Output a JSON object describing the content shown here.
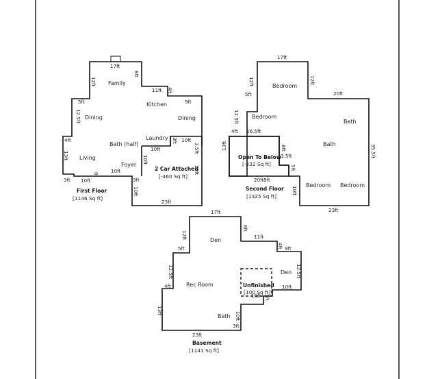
{
  "plans": {
    "first": {
      "title": "First Floor",
      "area": "[1146 Sq ft]"
    },
    "second": {
      "title": "Second Floor",
      "area": "[1325 Sq ft]"
    },
    "basement": {
      "title": "Basement",
      "area": "[1141 Sq ft]"
    }
  },
  "garage": {
    "title": "2 Car Attached",
    "area": "[-460 Sq ft]"
  },
  "open_below": {
    "title": "Open To Below",
    "area": "[-232 Sq ft]"
  },
  "unfinished": {
    "title": "Unfinished",
    "area": "[100 Sq ft]"
  },
  "rooms": {
    "family": "Family",
    "kitchen": "Kitchen",
    "dining1": "Dining",
    "dining2": "Dining",
    "laundry": "Laundry",
    "bath_half": "Bath (half)",
    "living": "Living",
    "foyer": "Foyer",
    "bedroom_top": "Bedroom",
    "bedroom_mid": "Bedroom",
    "bath_right": "Bath",
    "bath_mid": "Bath",
    "bedroom_bl": "Bedroom",
    "bedroom_br": "Bedroom",
    "den_top": "Den",
    "den_right": "Den",
    "rec_room": "Rec Room",
    "bath_base": "Bath"
  },
  "dims": {
    "f_17": "17ft",
    "f_8": "8ft",
    "f_12": "12ft",
    "f_11": "11ft",
    "f_4a": "4ft",
    "f_9": "9ft",
    "f_5": "5ft",
    "f_125": "12.5ft",
    "f_4b": "4ft",
    "f_13": "13ft",
    "f_3": "3ft",
    "f_10a": "10ft",
    "f_0": "0",
    "f_10b": "10ft",
    "f_3b": "3ft",
    "f_10c": "10ft",
    "f_10d": "10ft",
    "f_3c": "3ft",
    "f_10e": "10ft",
    "f_35": "3.5ft",
    "f_23a": "23ft",
    "f_23b": "23ft",
    "s_17": "17ft",
    "s_12a": "12ft",
    "s_12b": "12ft",
    "s_20": "20ft",
    "s_5": "5ft",
    "s_125": "12.5ft",
    "s_4": "4ft",
    "s_165": "16.5ft",
    "s_13": "13ft",
    "s_8": "8ft",
    "s_35": "3.5ft",
    "s_5b": "5ft",
    "s_20b": "20ft",
    "s_8b": "8ft",
    "s_10": "10ft",
    "s_355": "35.5ft",
    "s_23": "23ft",
    "b_17": "17ft",
    "b_8": "8ft",
    "b_12": "12ft",
    "b_11": "11ft",
    "b_5": "5ft",
    "b_4a": "4ft",
    "b_9": "9ft",
    "b_125a": "12.5ft",
    "b_4b": "4ft",
    "b_125b": "12.5ft",
    "b_13": "13ft",
    "b_10a": "10ft",
    "b_10b": "10ft",
    "b_3a": "3ft",
    "b_10c": "10ft",
    "b_3b": "3ft",
    "b_23": "23ft"
  }
}
